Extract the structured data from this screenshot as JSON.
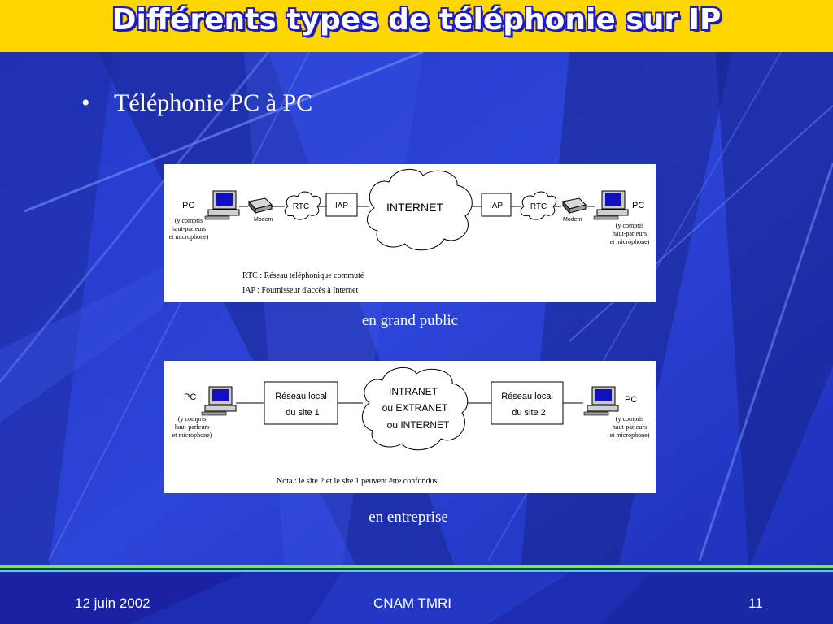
{
  "slide": {
    "title": "Différents types de téléphonie sur IP",
    "bullet": "Téléphonie PC à PC"
  },
  "diagram1": {
    "pc_left": "PC",
    "pc_right": "PC",
    "pc_note": [
      "(y compris",
      "haut-parleurs",
      "et microphone)"
    ],
    "modem": "Modem",
    "rtc": "RTC",
    "iap": "IAP",
    "internet": "INTERNET",
    "legend": [
      "RTC : Réseau téléphonique commuté",
      "IAP : Fournisseur d'accès à Internet"
    ],
    "caption": "en grand public"
  },
  "diagram2": {
    "pc_left": "PC",
    "pc_right": "PC",
    "pc_note": [
      "(y compris",
      "haut-parleurs",
      "et microphone)"
    ],
    "lan1": [
      "Réseau local",
      "du site 1"
    ],
    "lan2": [
      "Réseau local",
      "du site 2"
    ],
    "cloud": [
      "INTRANET",
      "ou EXTRANET",
      "ou INTERNET"
    ],
    "note": "Nota : le site 2 et le site 1 peuvent être confondus",
    "caption": "en entreprise"
  },
  "footer": {
    "date": "12 juin 2002",
    "center": "CNAM TMRI",
    "page": "11"
  },
  "colors": {
    "background": "#2a3fd0",
    "title_bar": "#ffd700",
    "title_text": "#ffffff",
    "title_outline": "#1a1ad0"
  }
}
